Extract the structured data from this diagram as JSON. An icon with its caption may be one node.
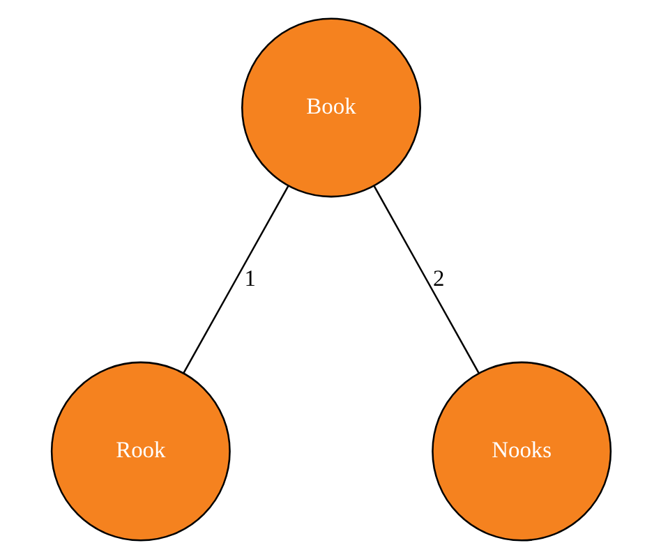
{
  "diagram": {
    "nodes": [
      {
        "text": [
          "Book"
        ]
      },
      {
        "text": [
          "Rook"
        ]
      },
      {
        "text": [
          "Nooks"
        ]
      }
    ],
    "edges": [
      {
        "from": 0,
        "to": 1,
        "arrow": "none",
        "label": "1"
      },
      {
        "from": 0,
        "to": 2,
        "arrow": "none",
        "label": "2"
      }
    ]
  }
}
